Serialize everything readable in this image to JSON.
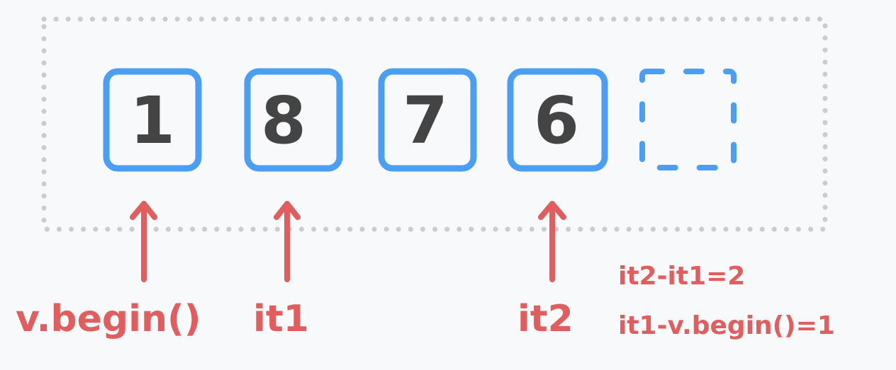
{
  "colors": {
    "background": "#f8f9fa",
    "container_border": "#cccccc",
    "cell_border": "#4a9ff5",
    "digit": "#444444",
    "annotation": "#e25d5d"
  },
  "vector": {
    "elements": [
      "1",
      "8",
      "7",
      "6",
      ""
    ]
  },
  "pointers": {
    "begin": "v.begin()",
    "it1": "it1",
    "it2": "it2"
  },
  "equations": {
    "line1": "it2-it1=2",
    "line2": "it1-v.begin()=1"
  }
}
